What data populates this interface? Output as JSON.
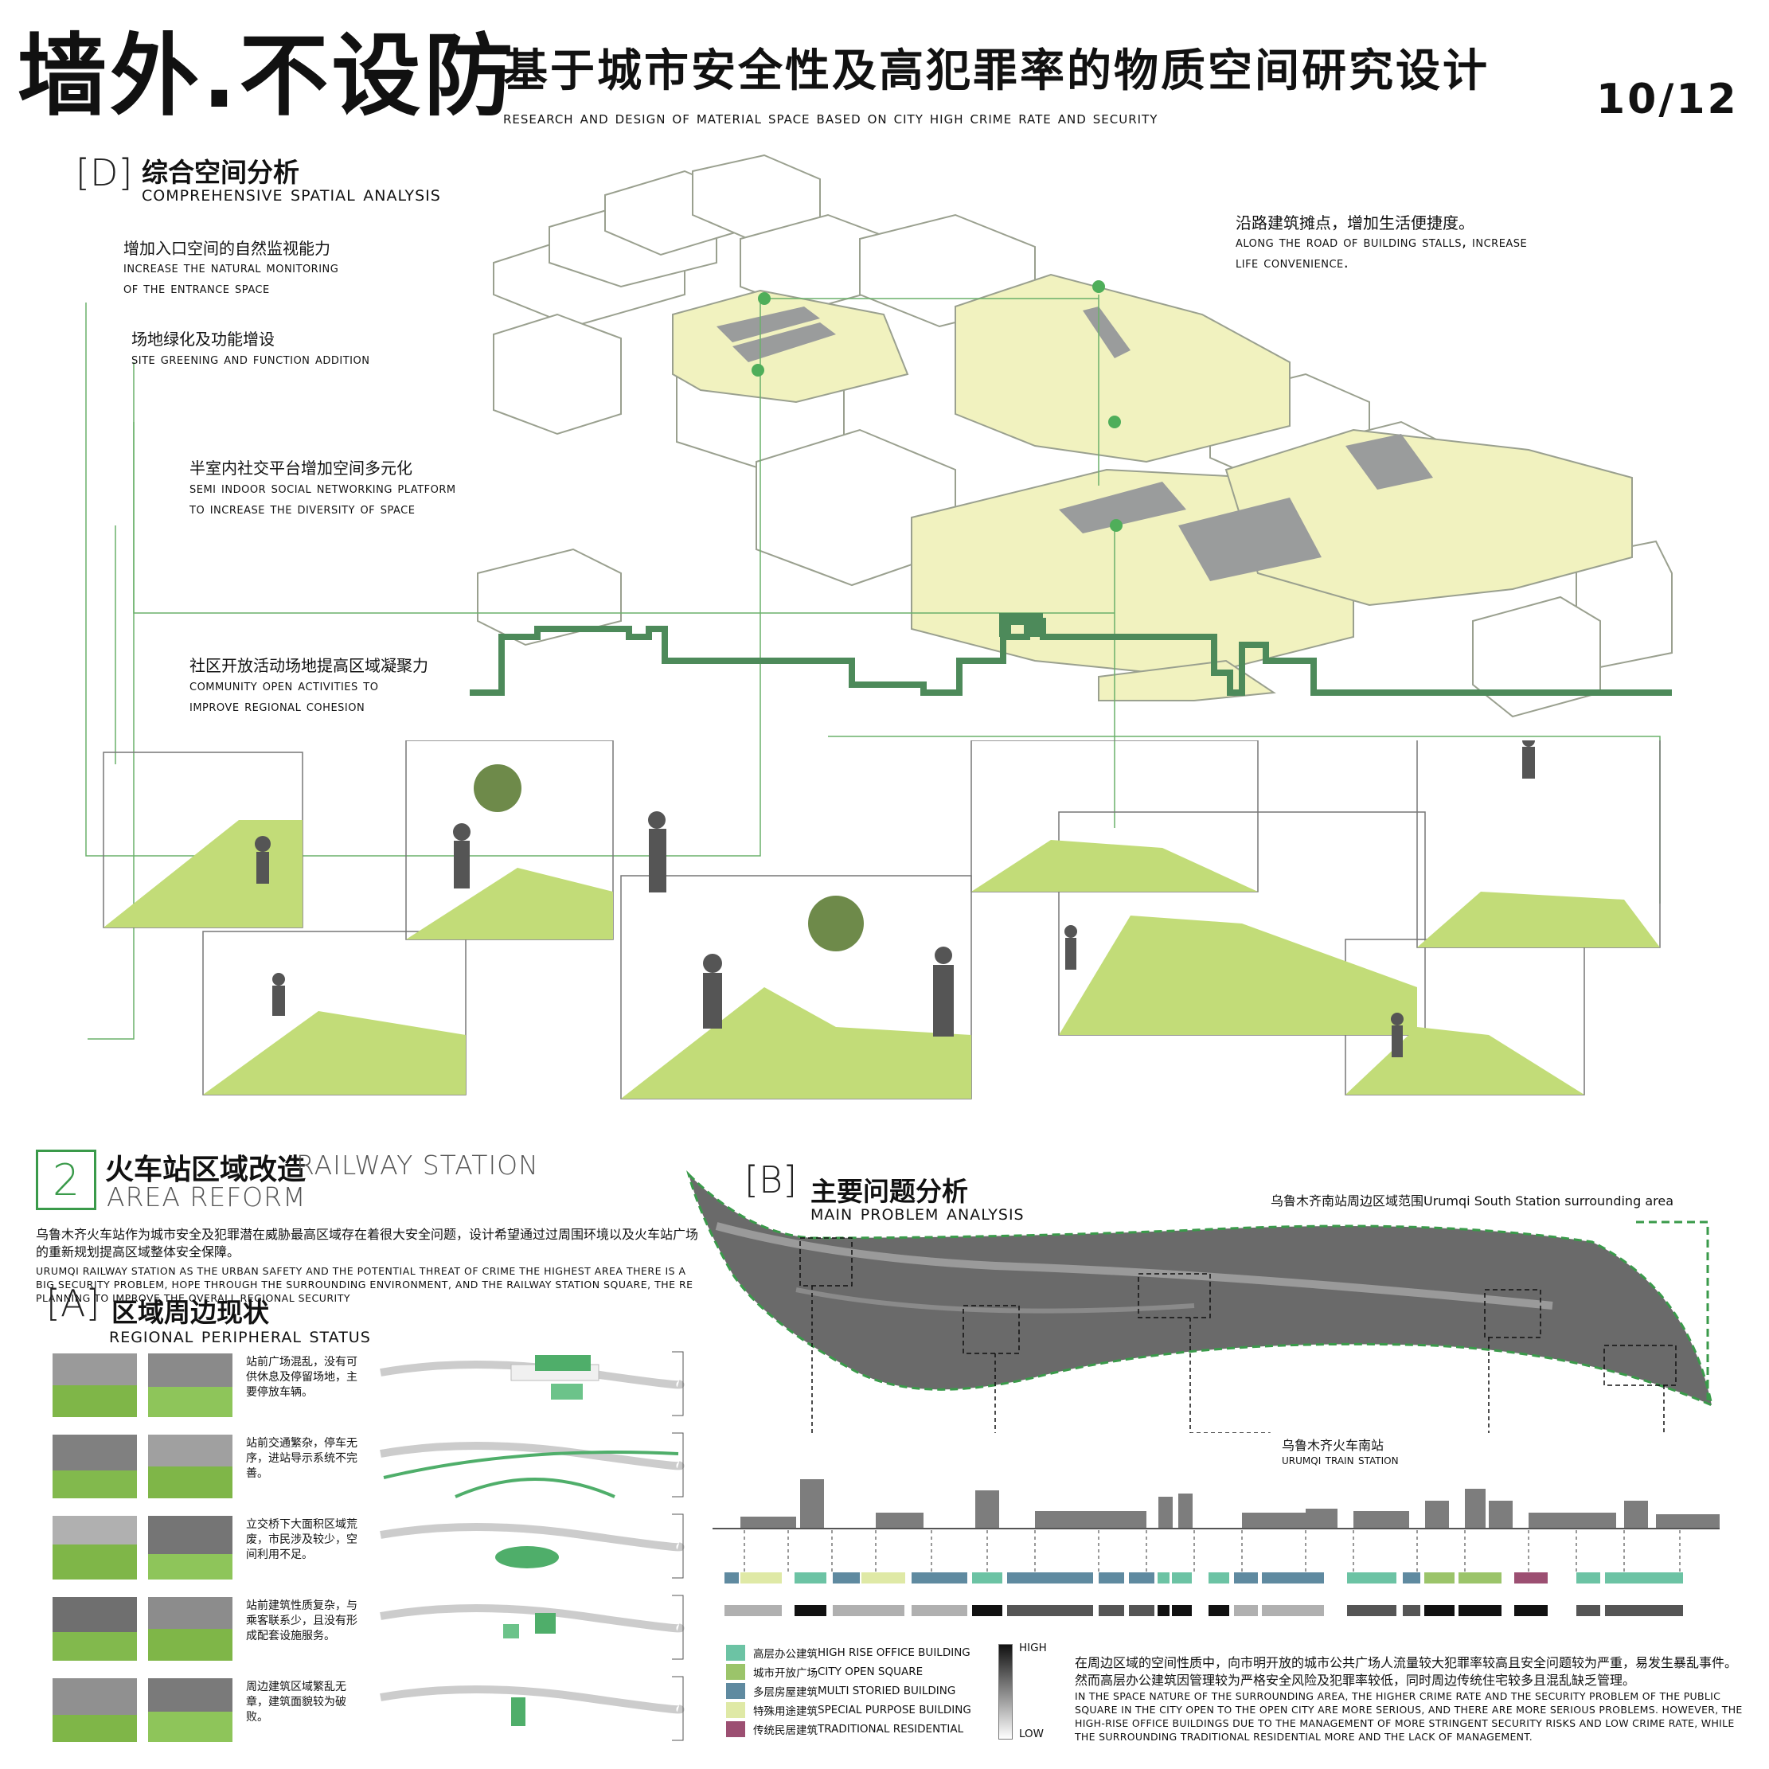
{
  "header": {
    "main_title": "墙外.不设防",
    "title_cn": "基于城市安全性及高犯罪率的物质空间研究设计",
    "title_en": "Research and design of material space based on City high crime rate and security",
    "page_number": "10/12"
  },
  "section_d": {
    "letter": "[D]",
    "title_cn": "综合空间分析",
    "title_en": "Comprehensive spatial analysis",
    "annotations": [
      {
        "cn": "增加入口空间的自然监视能力",
        "en1": "Increase the natural monitoring",
        "en2": "of the entrance space"
      },
      {
        "cn": "场地绿化及功能增设",
        "en1": "Site greening and function addition",
        "en2": ""
      },
      {
        "cn": "半室内社交平台增加空间多元化",
        "en1": "Semi indoor social networking platform",
        "en2": "to increase the diversity of space"
      },
      {
        "cn": "社区开放活动场地提高区域凝聚力",
        "en1": "Community open activities to",
        "en2": "improve regional cohesion"
      },
      {
        "cn": "沿路建筑摊点，增加生活便捷度。",
        "en1": "Along the road of building stalls, increase",
        "en2": "life convenience."
      }
    ]
  },
  "section_2": {
    "number": "2",
    "title_cn": "火车站区域改造",
    "title_en1": "RAILWAY STATION",
    "title_en2": "AREA REFORM",
    "intro_cn": "乌鲁木齐火车站作为城市安全及犯罪潜在威胁最高区域存在着很大安全问题，设计希望通过过周围环境以及火车站广场的重新规划提高区域整体安全保障。",
    "intro_en": "Urumqi railway station as the urban safety and the potential threat of crime the highest area there is a big security problem, hope through the surrounding environment, and the railway station square, the re planning to improve the overall regional security"
  },
  "section_a": {
    "letter": "[A]",
    "title_cn": "区域周边现状",
    "title_en": "Regional peripheral status",
    "rows": [
      {
        "text": "站前广场混乱，没有可供休息及停留场地，主要停放车辆。"
      },
      {
        "text": "站前交通繁杂，停车无序，进站导示系统不完善。"
      },
      {
        "text": "立交桥下大面积区域荒废，市民涉及较少，空间利用不足。"
      },
      {
        "text": "站前建筑性质复杂，与乘客联系少，且没有形成配套设施服务。"
      },
      {
        "text": "周边建筑区域繁乱无章，建筑面貌较为破败。"
      }
    ]
  },
  "section_b": {
    "letter": "[B]",
    "title_cn": "主要问题分析",
    "title_en": "Main problem analysis",
    "area_label": "乌鲁木齐南站周边区域范围Urumqi South Station surrounding area",
    "station_cn": "乌鲁木齐火车南站",
    "station_en": "Urumqi train station",
    "legend": [
      {
        "cn": "高层办公建筑",
        "en": "HIGH RISE OFFICE BUILDING",
        "color": "#6cc3a4"
      },
      {
        "cn": "城市开放广场",
        "en": "CITY OPEN SQUARE",
        "color": "#9bc46a"
      },
      {
        "cn": "多层房屋建筑",
        "en": "MULTI STORIED BUILDING",
        "color": "#5f8aa0"
      },
      {
        "cn": "特殊用途建筑",
        "en": "SPECIAL PURPOSE BUILDING",
        "color": "#dfe9a6"
      },
      {
        "cn": "传统民居建筑",
        "en": "TRADITIONAL RESIDENTIAL",
        "color": "#9c4f72"
      }
    ],
    "scale_high": "HIGH",
    "scale_low": "LOW",
    "summary_cn": "在周边区域的空间性质中，向市明开放的城市公共广场人流量较大犯罪率较高且安全问题较为严重，易发生暴乱事件。然而高层办公建筑因管理较为严格安全风险及犯罪率较低，同时周边传统住宅较多且混乱缺乏管理。",
    "summary_en": "In the space nature of the surrounding area, the higher crime rate and the security problem of the public square in the city open to the open city are more serious, and there are more serious problems. However, the high-rise office buildings due to the management of more stringent security risks and low crime rate, while the surrounding traditional residential more and the lack of management."
  },
  "colors": {
    "accent_green": "#3a9a4a",
    "dark_green": "#4d8a5a",
    "building_yellow": "#f1f2bf",
    "lawn_green": "#c2dc78"
  }
}
